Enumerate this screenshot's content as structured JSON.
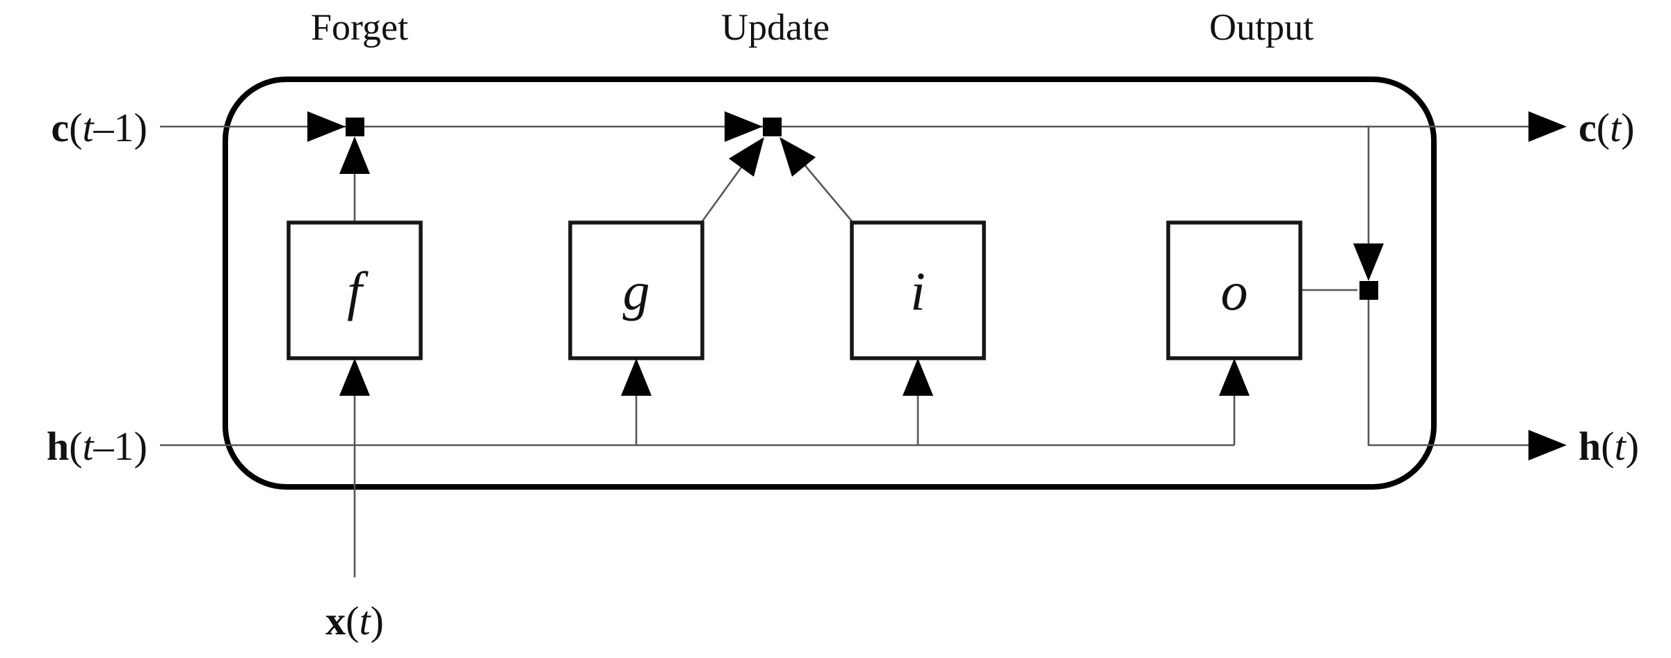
{
  "diagram": {
    "colors": {
      "ink": "#000000",
      "wire": "#565656",
      "background": "#ffffff",
      "boxline": "#161616"
    },
    "stages": [
      {
        "label": "Forget"
      },
      {
        "label": "Update"
      },
      {
        "label": "Output"
      }
    ],
    "ports": {
      "cell_prev": {
        "vec": "c",
        "open": "(",
        "time": "t",
        "close": "–1)"
      },
      "hidden_prev": {
        "vec": "h",
        "open": "(",
        "time": "t",
        "close": "–1)"
      },
      "input": {
        "vec": "x",
        "open": "(",
        "time": "t",
        "close": ")"
      },
      "cell_next": {
        "vec": "c",
        "open": "(",
        "time": "t",
        "close": ")"
      },
      "hidden_next": {
        "vec": "h",
        "open": "(",
        "time": "t",
        "close": ")"
      }
    },
    "gates": [
      {
        "id": "forget-gate",
        "label": "f"
      },
      {
        "id": "candidate-gate",
        "label": "g"
      },
      {
        "id": "input-gate",
        "label": "i"
      },
      {
        "id": "output-gate",
        "label": "o"
      }
    ]
  }
}
